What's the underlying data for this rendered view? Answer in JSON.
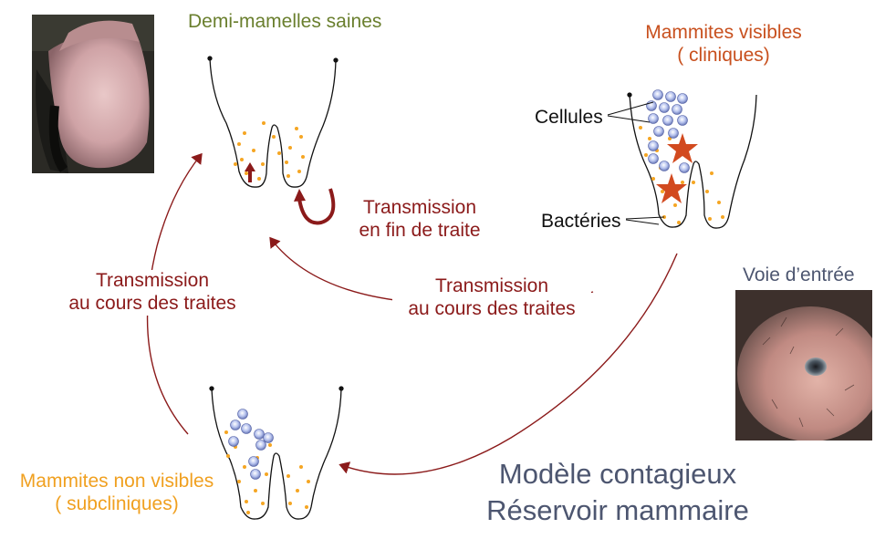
{
  "colors": {
    "healthy": "#6a7f2e",
    "clinical": "#c8501e",
    "subclinical": "#f0a020",
    "transmission": "#8b1a1a",
    "title": "#4d5670",
    "dot": "#f5a623",
    "cell": "#8e9ed6",
    "star": "#d24a1f"
  },
  "labels": {
    "healthy": "Demi-mamelles saines",
    "clinical_line1": "Mammites visibles",
    "clinical_line2": "( cliniques)",
    "subclinical_line1": "Mammites non visibles",
    "subclinical_line2": "( subcliniques)",
    "cells": "Cellules",
    "bacteria": "Bactéries",
    "entry_route": "Voie d’entrée",
    "trans_end_line1": "Transmission",
    "trans_end_line2": "en fin de traite",
    "trans_during_left_line1": "Transmission",
    "trans_during_left_line2": "au cours des traites",
    "trans_during_mid_line1": "Transmission",
    "trans_during_mid_line2": "au cours des traites",
    "title_line1": "Modèle contagieux",
    "title_line2": "Réservoir mammaire"
  }
}
